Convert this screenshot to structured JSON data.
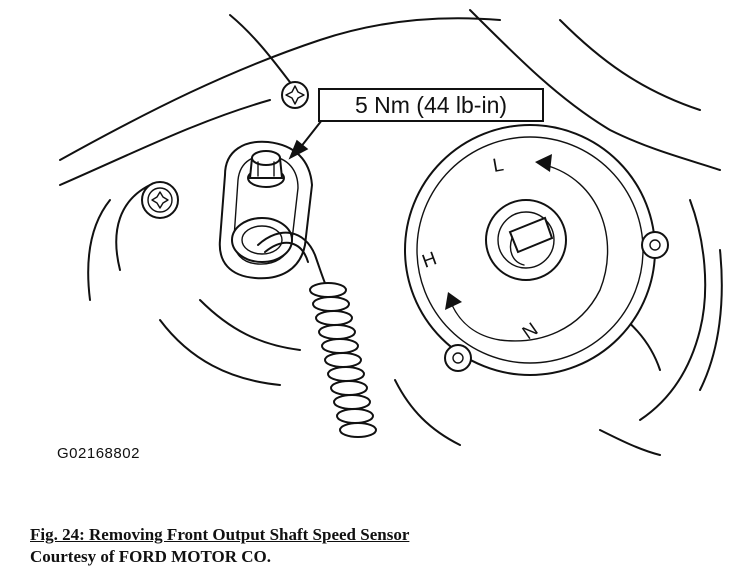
{
  "callout": {
    "torque": "5 Nm (44 lb-in)"
  },
  "reference_id": "G02168802",
  "caption": "Fig. 24: Removing Front Output Shaft Speed Sensor",
  "credit": "Courtesy of FORD MOTOR CO.",
  "dial": {
    "letter_l": "L",
    "letter_h": "H",
    "letter_n": "N"
  }
}
